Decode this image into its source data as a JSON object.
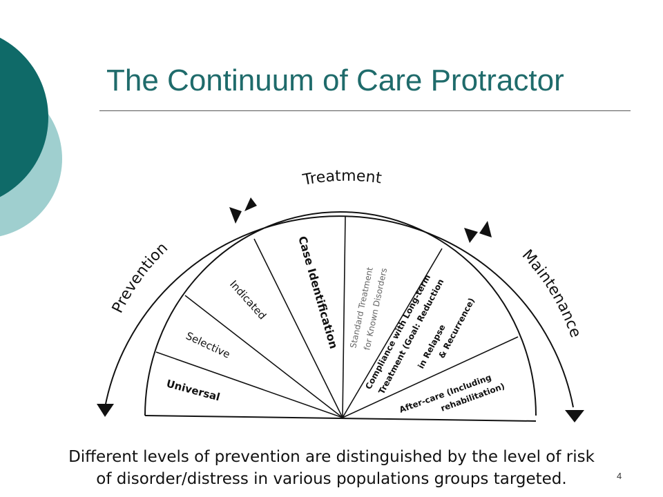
{
  "slide": {
    "title": "The Continuum of Care Protractor",
    "caption_line1": "Different levels of prevention are distinguished by the level of risk",
    "caption_line2": "of disorder/distress in various populations groups targeted.",
    "slide_number": "4",
    "colors": {
      "title": "#1f6b6b",
      "deco_dark": "#0f6a68",
      "deco_light": "#9fcfcf",
      "ink": "#111111"
    }
  },
  "diagram": {
    "arc_labels": {
      "prevention": "Prevention",
      "treatment": "Treatment",
      "maintenance": "Maintenance"
    },
    "segments": {
      "universal": "Universal",
      "selective": "Selective",
      "indicated": "Indicated",
      "case_identification": "Case Identification",
      "standard_treatment_line1": "Standard Treatment",
      "standard_treatment_line2": "for Known Disorders",
      "compliance_line1": "Compliance with Long-term",
      "compliance_line2": "Treatment (Goal: Reduction",
      "compliance_line3": "in Relapse",
      "compliance_line4": "& Recurrence)",
      "aftercare_line1": "After-care (Including",
      "aftercare_line2": "rehabilitation)"
    }
  }
}
